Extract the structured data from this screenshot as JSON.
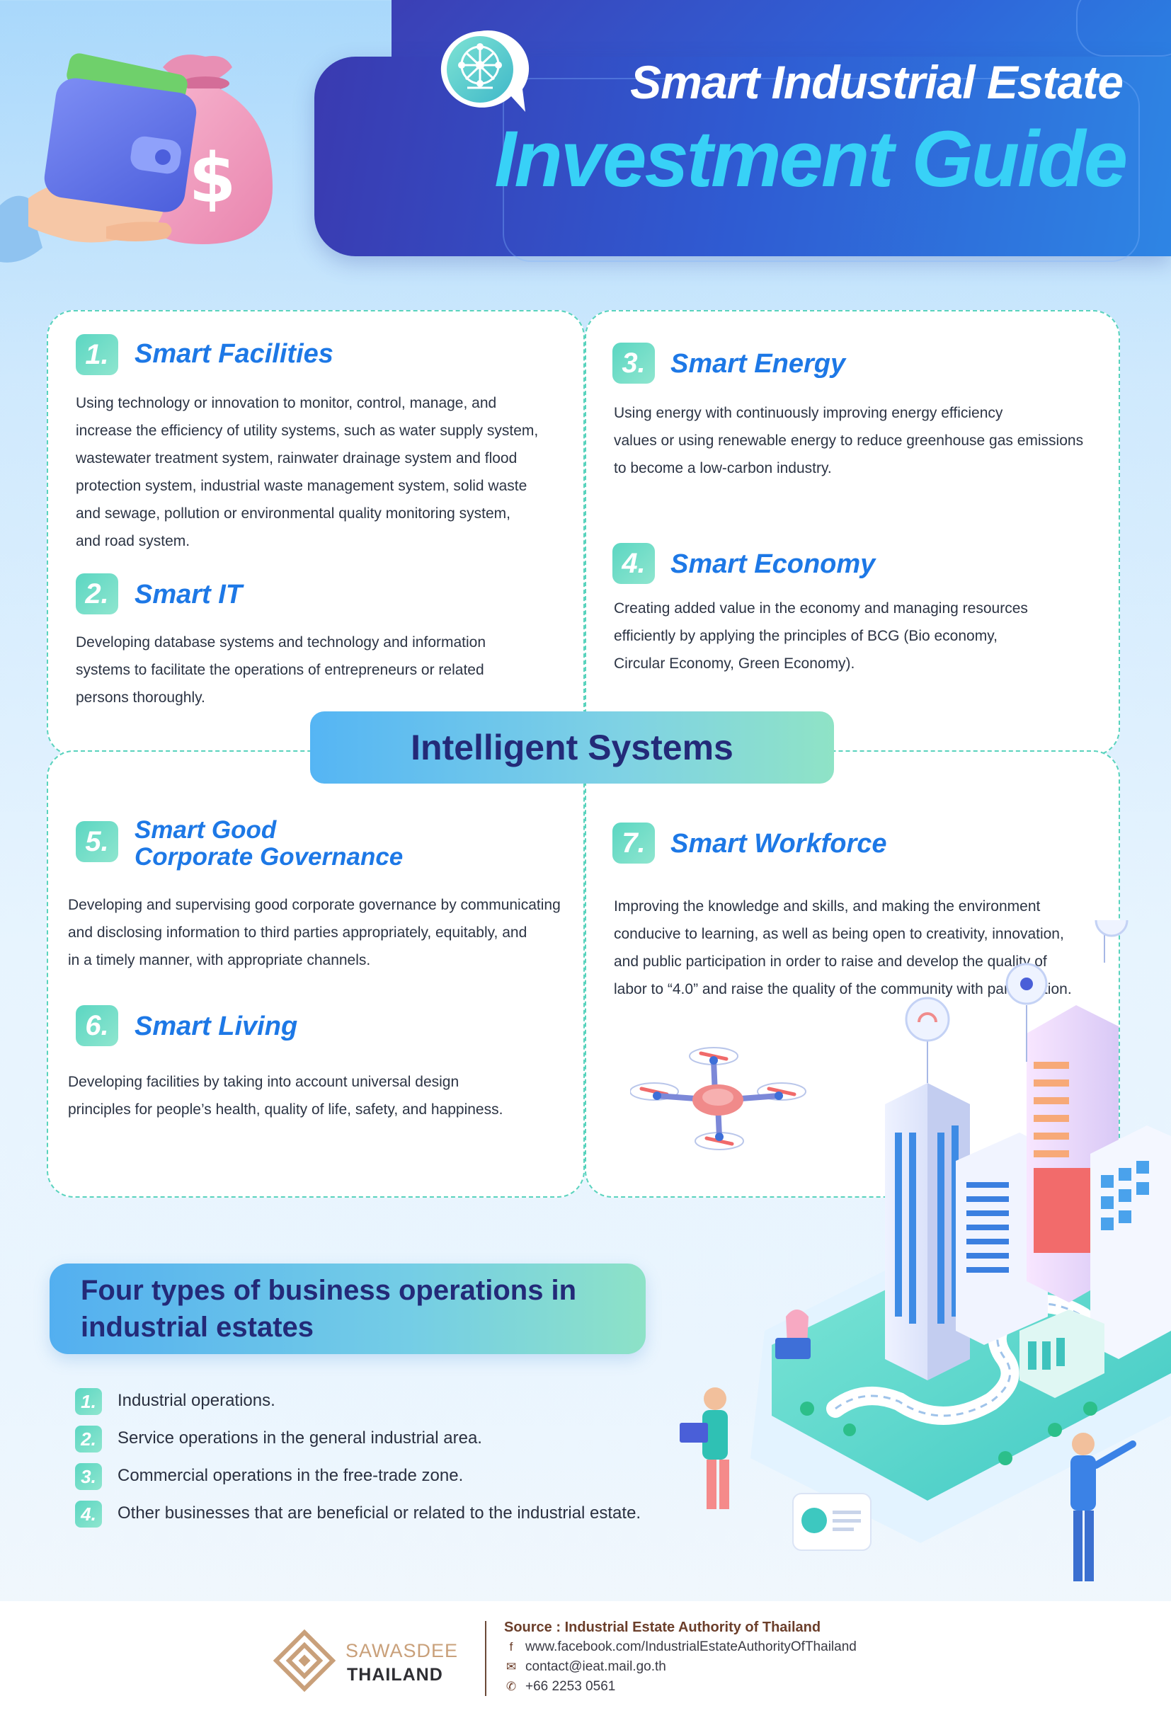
{
  "header": {
    "title_line1": "Smart Industrial Estate",
    "title_line2": "Investment Guide"
  },
  "intelligent_systems": {
    "center_label": "Intelligent Systems",
    "sections": [
      {
        "number": "1.",
        "title": "Smart Facilities",
        "body_lines": [
          "Using technology or innovation to monitor, control, manage, and",
          "increase the efficiency of utility systems, such as water supply system,",
          "wastewater treatment system, rainwater drainage system and flood",
          "protection system, industrial waste management system, solid waste",
          "and sewage, pollution or environmental quality monitoring system,",
          "and road system."
        ]
      },
      {
        "number": "2.",
        "title": "Smart IT",
        "body_lines": [
          "Developing database systems and technology and information",
          "systems to facilitate the operations of entrepreneurs or related",
          "persons thoroughly."
        ]
      },
      {
        "number": "3.",
        "title": "Smart Energy",
        "body_lines": [
          "Using energy with continuously improving energy efficiency",
          "values or using renewable energy to reduce greenhouse gas emissions",
          "to become a low-carbon industry."
        ]
      },
      {
        "number": "4.",
        "title": "Smart Economy",
        "body_lines": [
          "Creating added value in the economy and managing resources",
          "efficiently by applying the principles of BCG (Bio economy,",
          "Circular Economy, Green Economy)."
        ]
      },
      {
        "number": "5.",
        "title_line1": "Smart Good",
        "title_line2": "Corporate Governance",
        "body_lines": [
          "Developing and supervising good corporate governance by communicating",
          "and disclosing information to third parties appropriately, equitably, and",
          "in a timely manner, with appropriate channels."
        ]
      },
      {
        "number": "6.",
        "title": "Smart Living",
        "body_lines": [
          "Developing facilities by taking into account universal design",
          "principles for people’s health, quality of life, safety, and happiness."
        ]
      },
      {
        "number": "7.",
        "title": "Smart Workforce",
        "body_lines": [
          "Improving the knowledge and skills, and making the environment",
          "conducive to learning, as well as being open to creativity, innovation,",
          "and public participation in order to raise and develop the quality of",
          "labor to “4.0” and raise the quality of the community with participation."
        ]
      }
    ]
  },
  "business_types": {
    "title_line1": "Four types of business operations in",
    "title_line2": "industrial estates",
    "items": [
      {
        "number": "1.",
        "text": "Industrial operations."
      },
      {
        "number": "2.",
        "text": "Service operations in the general industrial area."
      },
      {
        "number": "3.",
        "text": "Commercial operations in the free-trade zone."
      },
      {
        "number": "4.",
        "text": "Other businesses that are beneficial or related to the industrial estate."
      }
    ]
  },
  "footer": {
    "brand_line1": "SAWASDEE",
    "brand_line2": "THAILAND",
    "source": "Source : Industrial Estate Authority of Thailand",
    "facebook": "www.facebook.com/IndustrialEstateAuthorityOfThailand",
    "email": "contact@ieat.mail.go.th",
    "phone": "+66 2253 0561"
  },
  "colors": {
    "title_blue": "#1d78e6",
    "number_badge": "#5bd6c2",
    "header_dark": "#3a3ab0",
    "header_accent": "#38d1f7",
    "pill_text": "#232a78",
    "dashed_border": "#59d3bd"
  },
  "icons": [
    "wallet-money-bag-illustration",
    "network-globe-icon",
    "drone-illustration",
    "smart-city-illustration",
    "facebook-icon",
    "mail-icon",
    "phone-icon",
    "sawasdee-logo-icon"
  ]
}
